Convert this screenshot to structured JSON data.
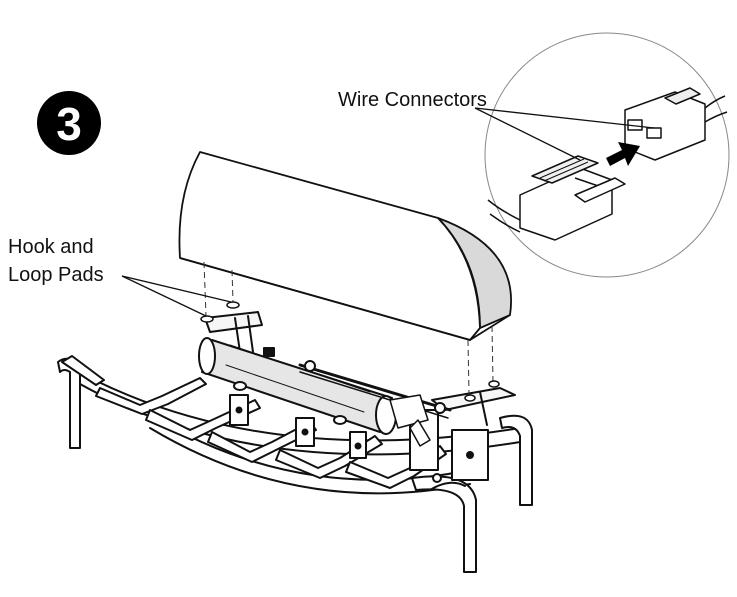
{
  "step": {
    "number": "3"
  },
  "labels": {
    "wire_connectors": "Wire Connectors",
    "hook_pads_line1": "Hook and",
    "hook_pads_line2": "Loop Pads"
  },
  "colors": {
    "line": "#111111",
    "badge": "#000000",
    "badge_text": "#ffffff",
    "shade_light": "#f2f2f2",
    "shade_mid": "#d9d9d9",
    "shade_dark": "#bcbcbc"
  }
}
